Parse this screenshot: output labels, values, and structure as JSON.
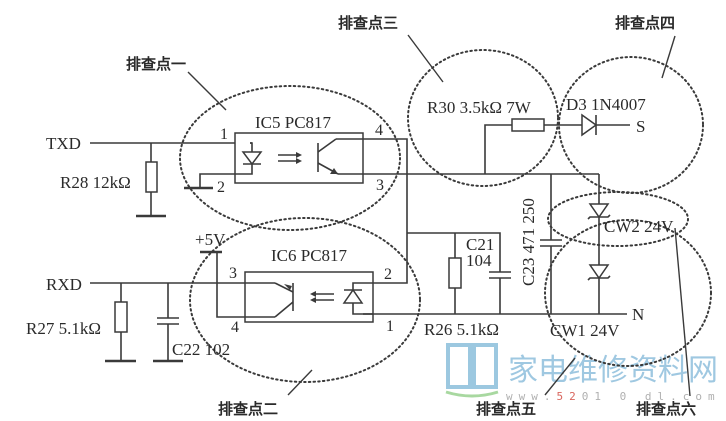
{
  "diagram": {
    "signals": {
      "txd": "TXD",
      "rxd": "RXD",
      "vcc": "+5V",
      "s": "S",
      "n": "N"
    },
    "components": {
      "ic5": "IC5 PC817",
      "ic6": "IC6 PC817",
      "r28": "R28 12kΩ",
      "r27": "R27 5.1kΩ",
      "r26": "R26 5.1kΩ",
      "r30": "R30 3.5kΩ 7W",
      "d3": "D3 1N4007",
      "c22": "C22 102",
      "c21_name": "C21",
      "c21_value": "104",
      "c23": "C23 471 250",
      "cw1": "CW1 24V",
      "cw2": "CW2 24V"
    },
    "pins": {
      "ic5": {
        "p1": "1",
        "p2": "2",
        "p3": "3",
        "p4": "4"
      },
      "ic6": {
        "p1": "1",
        "p2": "2",
        "p3": "3",
        "p4": "4"
      }
    },
    "checkpoints": [
      {
        "id": "cp1",
        "label": "排查点一"
      },
      {
        "id": "cp2",
        "label": "排查点二"
      },
      {
        "id": "cp3",
        "label": "排查点三"
      },
      {
        "id": "cp4",
        "label": "排查点四"
      },
      {
        "id": "cp5",
        "label": "排查点五"
      },
      {
        "id": "cp6",
        "label": "排查点六"
      }
    ],
    "watermark": {
      "text": "家电维修资料网",
      "url_prefix": "www.",
      "url_red": "52",
      "url_suffix": "01 0 dl.com"
    },
    "colors": {
      "line": "#3a3a3a",
      "text": "#2a2a2a",
      "watermark_blue": "#8fbfdc",
      "watermark_red": "#d9665e"
    }
  }
}
